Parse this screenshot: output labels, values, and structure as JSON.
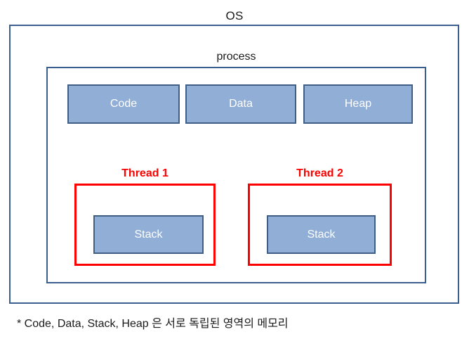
{
  "diagram": {
    "title": "OS",
    "process": {
      "title": "process",
      "memory_regions": [
        {
          "label": "Code"
        },
        {
          "label": "Data"
        },
        {
          "label": "Heap"
        }
      ],
      "threads": [
        {
          "label": "Thread 1",
          "stack_label": "Stack"
        },
        {
          "label": "Thread 2",
          "stack_label": "Stack"
        }
      ]
    },
    "footnote": "* Code, Data, Stack, Heap 은 서로 독립된 영역의 메모리",
    "colors": {
      "container_border": "#3a5f8e",
      "memory_fill": "#90aed6",
      "memory_border": "#3f5e83",
      "memory_text": "#ffffff",
      "thread_border": "#ff0000",
      "thread_text": "#ff0000",
      "body_text": "#1a1a1a",
      "background": "#ffffff"
    }
  }
}
